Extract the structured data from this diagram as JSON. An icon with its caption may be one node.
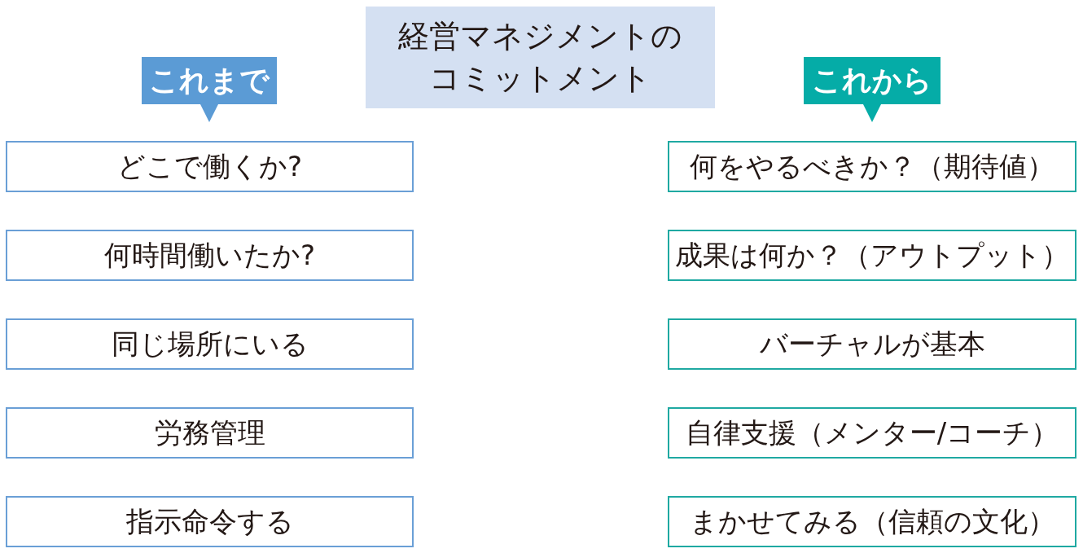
{
  "diagram": {
    "title": "経営マネジメントのコミットメント",
    "nodes": [
      {
        "text": [
          "これまで"
        ]
      },
      {
        "text": [
          "どこで働くか?"
        ]
      },
      {
        "text": [
          "何時間働いたか?"
        ]
      },
      {
        "text": [
          "同じ場所にいる"
        ]
      },
      {
        "text": [
          "労務管理"
        ]
      },
      {
        "text": [
          "指示命令する"
        ]
      },
      {
        "text": [
          "これから"
        ]
      },
      {
        "text": [
          "何をやるべきか？（期待値）"
        ]
      },
      {
        "text": [
          "成果は何か？（アウトプット）"
        ]
      },
      {
        "text": [
          "バーチャルが基本"
        ]
      },
      {
        "text": [
          "自律支援（メンター/コーチ）"
        ]
      },
      {
        "text": [
          "まかせてみる（信頼の文化）"
        ]
      }
    ]
  }
}
